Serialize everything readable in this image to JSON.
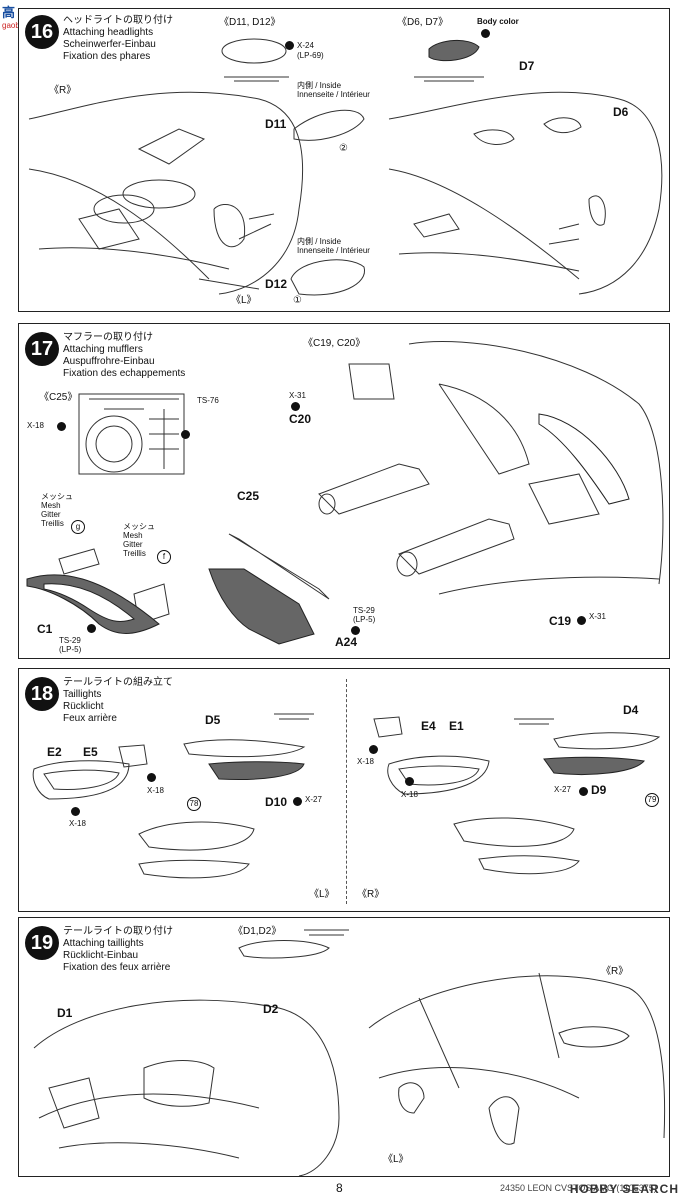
{
  "watermark": {
    "logo": "高",
    "logo_sub": "gaoban.com",
    "hobby_search": "HOBBY SEARCH"
  },
  "page_number": "8",
  "footer": "24350 LEON CVSTOS AMG (1105375)",
  "steps": [
    {
      "number": "16",
      "title": [
        "ヘッドライトの取り付け",
        "Attaching headlights",
        "Scheinwerfer-Einbau",
        "Fixation des phares"
      ],
      "labels": {
        "group_left": "《D11, D12》",
        "group_right": "《D6, D7》",
        "body_color": "Body color",
        "paint_x24": "X-24",
        "paint_x24_note": "(LP-69)",
        "inside_1": "内側 / Inside",
        "inside_1b": "Innenseite / Intérieur",
        "inside_2": "内側 / Inside",
        "inside_2b": "Innenseite / Intérieur",
        "mark_2": "②",
        "mark_1": "①",
        "side_r": "《R》",
        "side_l": "《L》",
        "d11": "D11",
        "d12": "D12",
        "d7": "D7",
        "d6": "D6"
      }
    },
    {
      "number": "17",
      "title": [
        "マフラーの取り付け",
        "Attaching mufflers",
        "Auspuffrohre-Einbau",
        "Fixation des echappements"
      ],
      "labels": {
        "group_c25": "《C25》",
        "group_c19": "《C19, C20》",
        "ts76": "TS-76",
        "x18": "X-18",
        "x31a": "X-31",
        "c20": "C20",
        "mesh_g": [
          "メッシュ",
          "Mesh",
          "Gitter",
          "Treillis"
        ],
        "mesh_f": [
          "メッシュ",
          "Mesh",
          "Gitter",
          "Treillis"
        ],
        "mark_g": "g",
        "mark_f": "f",
        "c25": "C25",
        "c1": "C1",
        "ts29a": "TS-29",
        "lp5a": "(LP-5)",
        "ts29b": "TS-29",
        "lp5b": "(LP-5)",
        "a24": "A24",
        "c19": "C19",
        "x31b": "X-31"
      }
    },
    {
      "number": "18",
      "title": [
        "テールライトの組み立て",
        "Taillights",
        "Rücklicht",
        "Feux arrière"
      ],
      "labels": {
        "e2": "E2",
        "e5": "E5",
        "d5": "D5",
        "d10": "D10",
        "x27a": "X-27",
        "x18a": "X-18",
        "x18b": "X-18",
        "m78": "78",
        "e4": "E4",
        "e1": "E1",
        "d4": "D4",
        "d9": "D9",
        "x27b": "X-27",
        "x18c": "X-18",
        "x18d": "X-18",
        "m79": "79",
        "side_l": "《L》",
        "side_r": "《R》"
      }
    },
    {
      "number": "19",
      "title": [
        "テールライトの取り付け",
        "Attaching taillights",
        "Rücklicht-Einbau",
        "Fixation des feux arrière"
      ],
      "labels": {
        "group": "《D1,D2》",
        "d1": "D1",
        "d2": "D2",
        "side_r": "《R》",
        "side_l": "《L》"
      }
    }
  ]
}
